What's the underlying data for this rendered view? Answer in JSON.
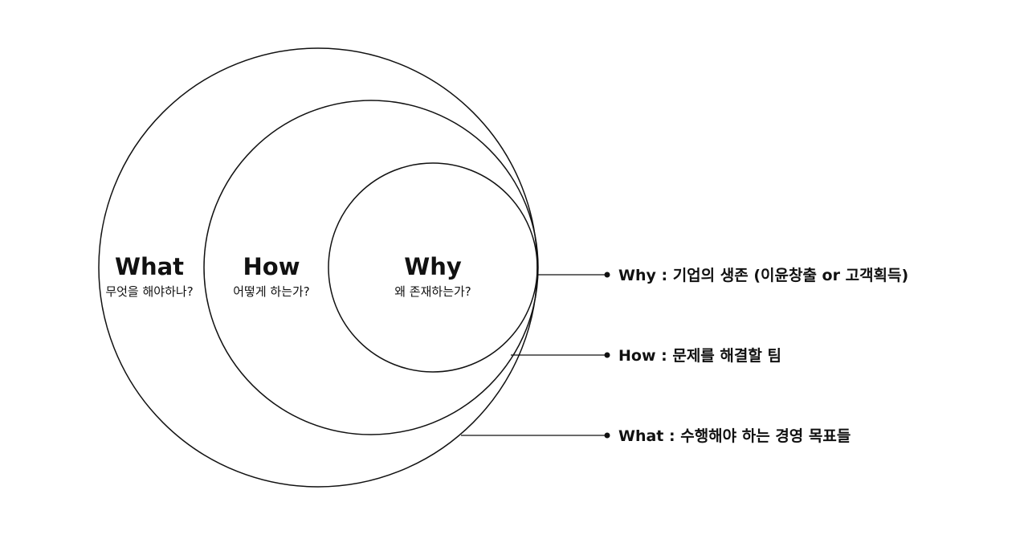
{
  "circles": {
    "what": {
      "title": "What",
      "subtitle": "무엇을 해야하나?"
    },
    "how": {
      "title": "How",
      "subtitle": "어떻게 하는가?"
    },
    "why": {
      "title": "Why",
      "subtitle": "왜 존재하는가?"
    }
  },
  "callouts": {
    "why": "Why : 기업의 생존 (이윤창출 or 고객획득)",
    "how": "How : 문제를 해결할 팀",
    "what": "What : 수행해야 하는 경영 목표들"
  }
}
